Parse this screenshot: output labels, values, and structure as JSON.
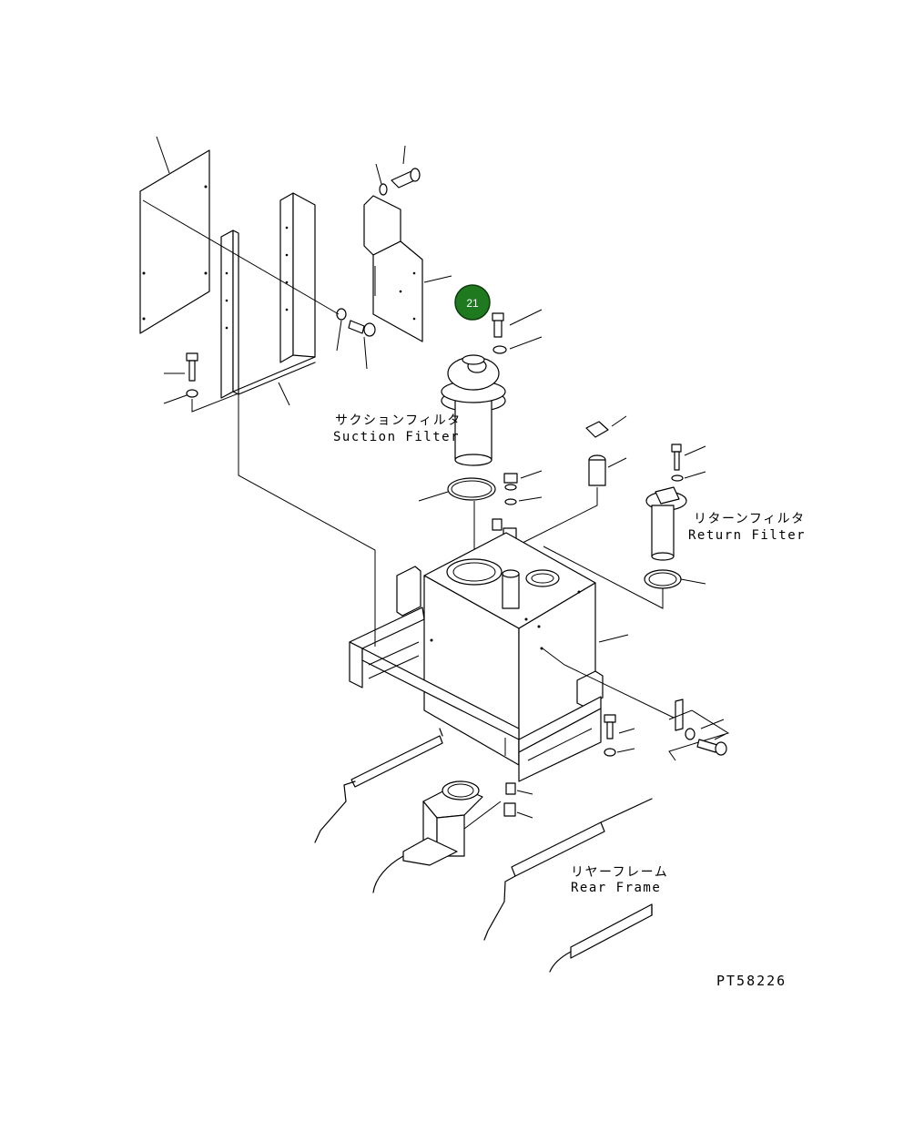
{
  "labels": {
    "suction_jp": "サクションフィルタ",
    "suction_en": "Suction Filter",
    "return_jp": "リターンフィルタ",
    "return_en": "Return Filter",
    "rear_jp": "リヤーフレーム",
    "rear_en": "Rear Frame"
  },
  "drawing_code": "PT58226",
  "callout": {
    "number": "21",
    "color": "#1f7a1f"
  }
}
